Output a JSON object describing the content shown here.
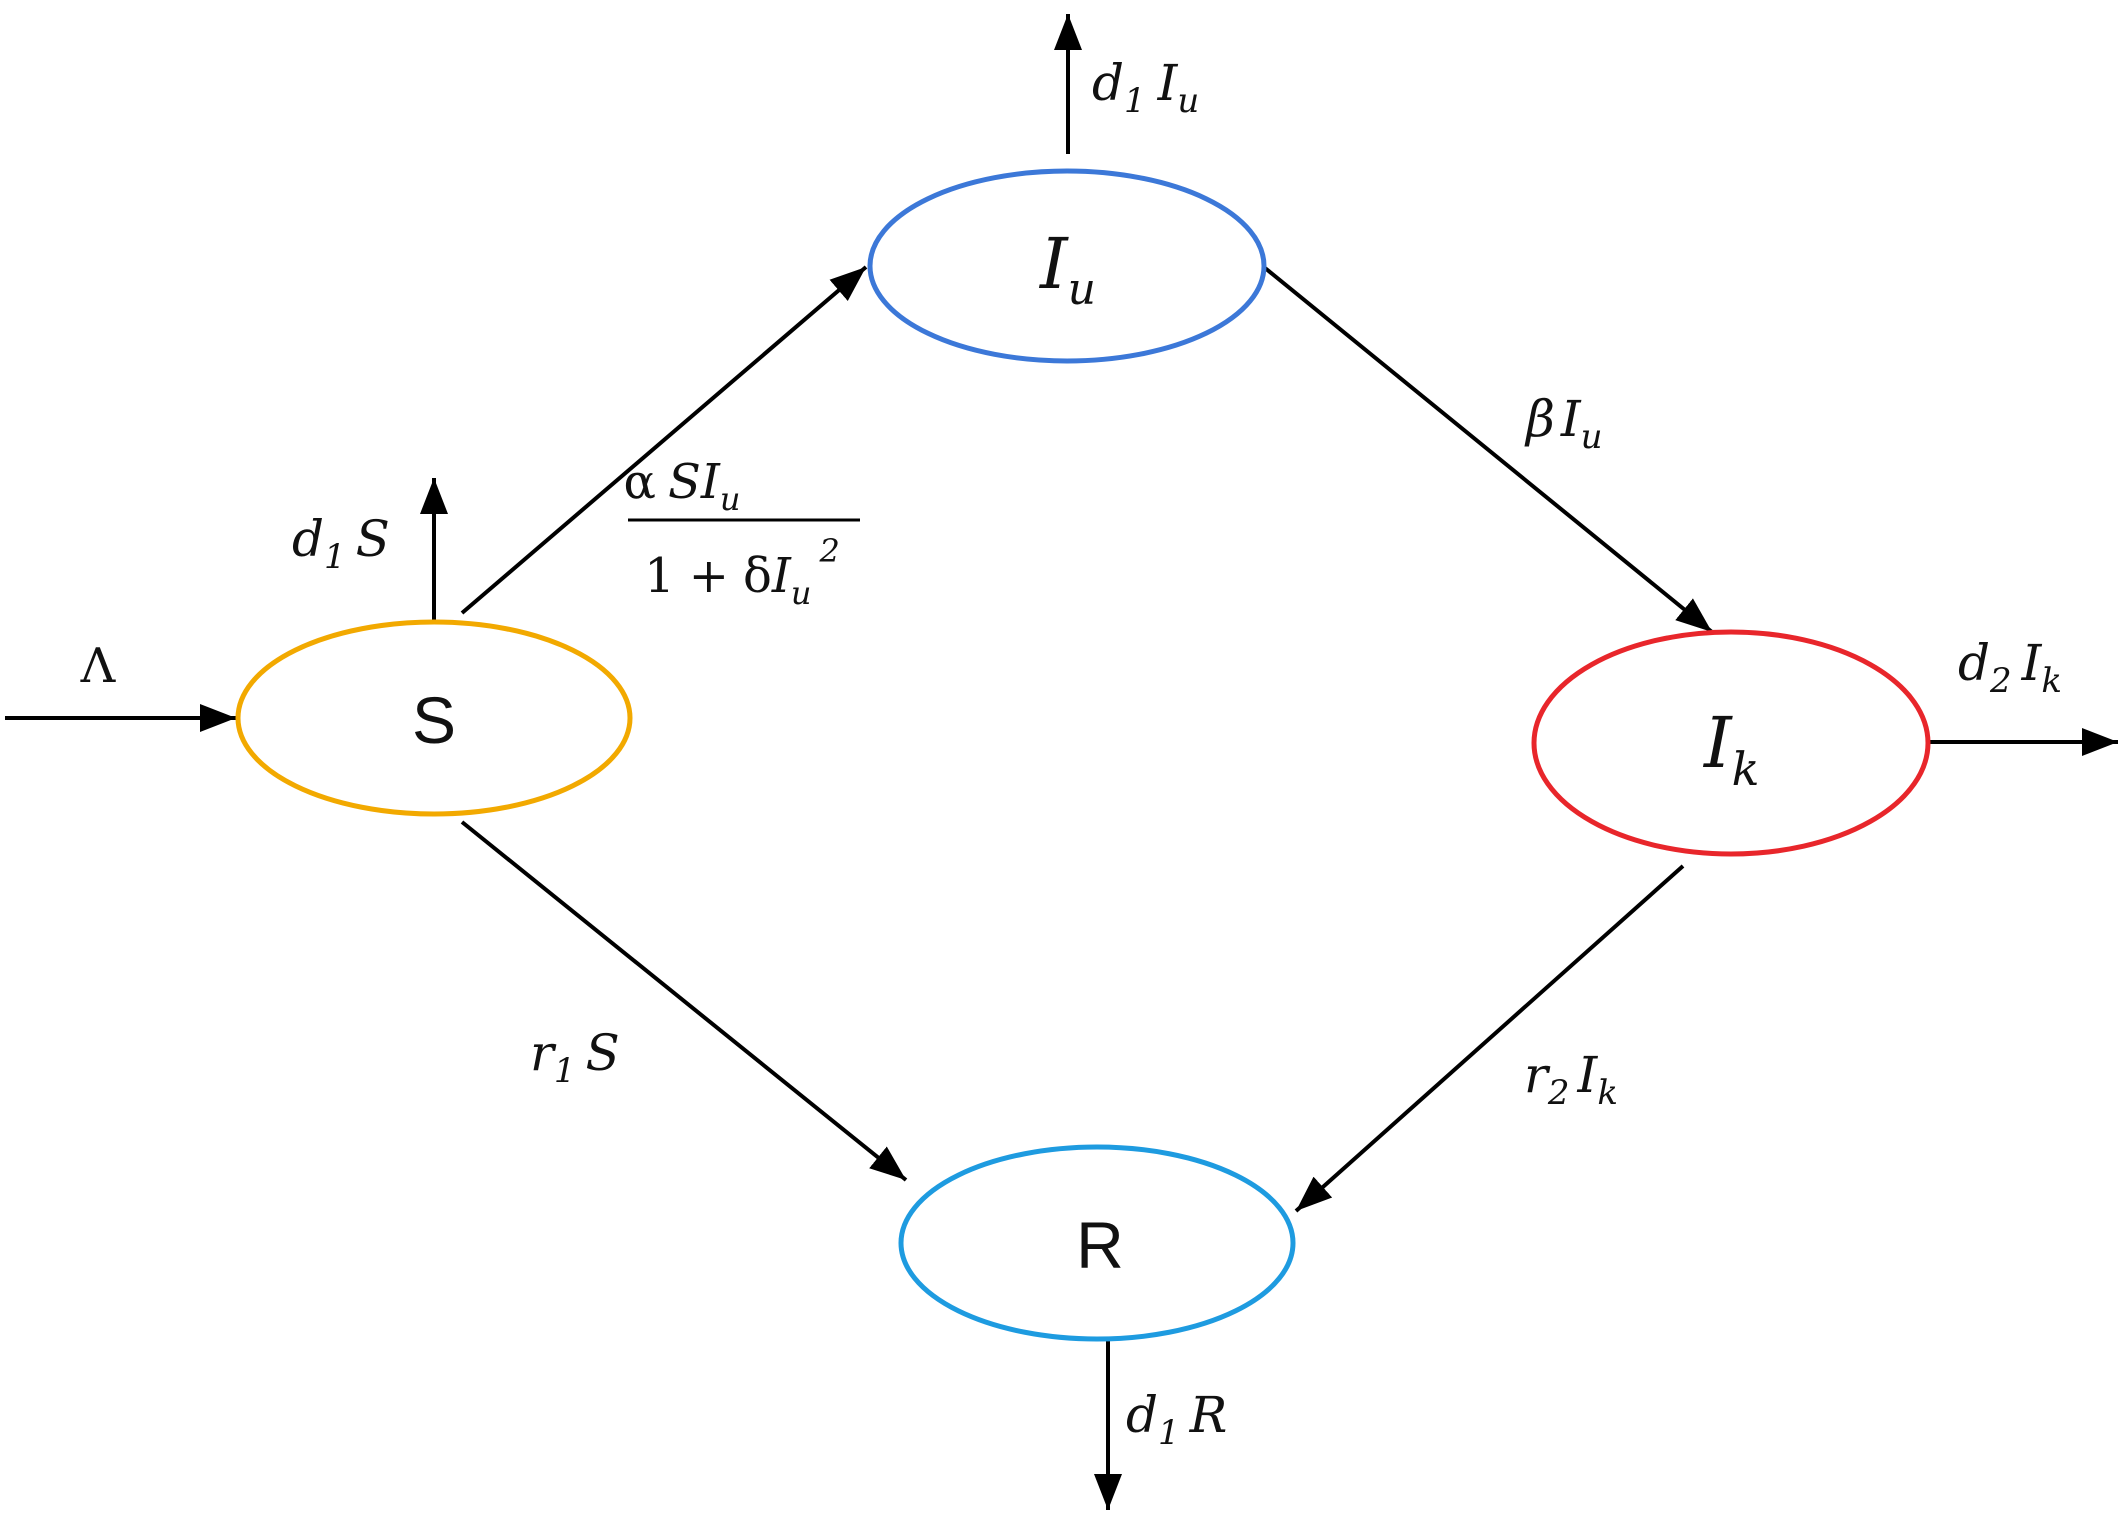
{
  "nodes": {
    "S": {
      "label": "S",
      "color": "#F2A900"
    },
    "Iu": {
      "base": "I",
      "sub": "u",
      "color": "#3C78D8"
    },
    "Ik": {
      "base": "I",
      "sub": "k",
      "color": "#E8262B"
    },
    "R": {
      "label": "R",
      "color": "#1E9BE0"
    }
  },
  "edges": {
    "inflow": {
      "text": "Λ"
    },
    "death_S": {
      "base": "d",
      "sub": "1",
      "var": "S"
    },
    "death_Iu": {
      "base": "d",
      "sub": "1",
      "var": "I",
      "var_sub": "u"
    },
    "death_Ik": {
      "base": "d",
      "sub": "2",
      "var": "I",
      "var_sub": "k"
    },
    "death_R": {
      "base": "d",
      "sub": "1",
      "var": "R"
    },
    "infection": {
      "num_alpha": "α",
      "num_S": "S",
      "num_I": "I",
      "num_sub": "u",
      "den_one": "1",
      "den_plus": "+",
      "den_delta": "δ",
      "den_I": "I",
      "den_sub": "u",
      "den_sup": "2"
    },
    "detection": {
      "coef": "β",
      "var": "I",
      "var_sub": "u"
    },
    "recovery_S": {
      "base": "r",
      "sub": "1",
      "var": "S"
    },
    "recovery_Ik": {
      "base": "r",
      "sub": "2",
      "var": "I",
      "var_sub": "k"
    }
  }
}
